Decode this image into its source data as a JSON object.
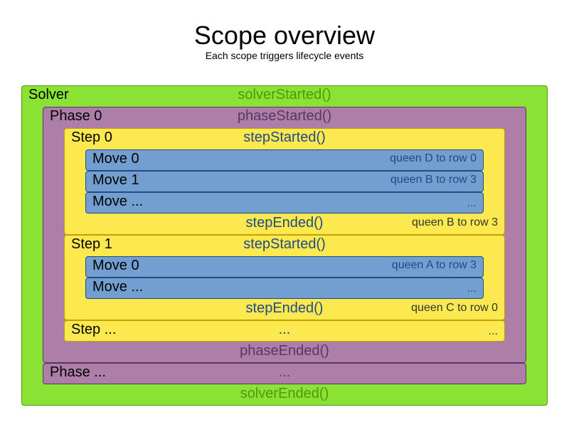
{
  "header": {
    "title": "Scope overview",
    "subtitle": "Each scope triggers lifecycle events"
  },
  "solver": {
    "label": "Solver",
    "started": "solverStarted()",
    "ended": "solverEnded()"
  },
  "phase0": {
    "label": "Phase 0",
    "started": "phaseStarted()",
    "ended": "phaseEnded()"
  },
  "step0": {
    "label": "Step 0",
    "started": "stepStarted()",
    "ended": "stepEnded()",
    "result": "queen B to row 3",
    "moves": [
      {
        "label": "Move 0",
        "note": "queen D to row 0"
      },
      {
        "label": "Move 1",
        "note": "queen B to row 3"
      },
      {
        "label": "Move ...",
        "note": "..."
      }
    ]
  },
  "step1": {
    "label": "Step 1",
    "started": "stepStarted()",
    "ended": "stepEnded()",
    "result": "queen C to row 0",
    "moves": [
      {
        "label": "Move 0",
        "note": "queen A to row 3"
      },
      {
        "label": "Move ...",
        "note": "..."
      }
    ]
  },
  "step_more": {
    "label": "Step ...",
    "middle": "...",
    "note": "..."
  },
  "phase_more": {
    "label": "Phase ...",
    "middle": "..."
  }
}
